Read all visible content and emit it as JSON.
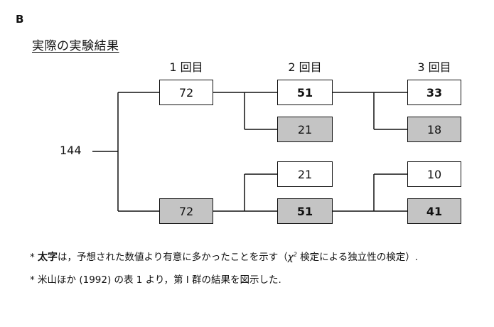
{
  "figure": {
    "panel_letter": "B",
    "heading": "実際の実験結果",
    "rounds": [
      "1 回目",
      "2 回目",
      "3 回目"
    ],
    "start_value": "144",
    "nodes": {
      "r1_top": "72",
      "r1_bottom": "72",
      "r2_a": "51",
      "r2_b": "21",
      "r2_c": "21",
      "r2_d": "51",
      "r3_a": "33",
      "r3_b": "18",
      "r3_c": "10",
      "r3_d": "41"
    }
  },
  "notes": {
    "note1_star": "* ",
    "note1_bold": "太字",
    "note1_mid": "は，予想された数値より有意に多かったことを示す（",
    "note1_chi": "χ",
    "note1_sup": "2",
    "note1_end": " 検定による独立性の検定）.",
    "note2": "* 米山ほか (1992) の表 1 より，第 I 群の結果を図示した."
  },
  "colors": {
    "highlight_fill": "#c4c4c4",
    "line": "#111111"
  }
}
